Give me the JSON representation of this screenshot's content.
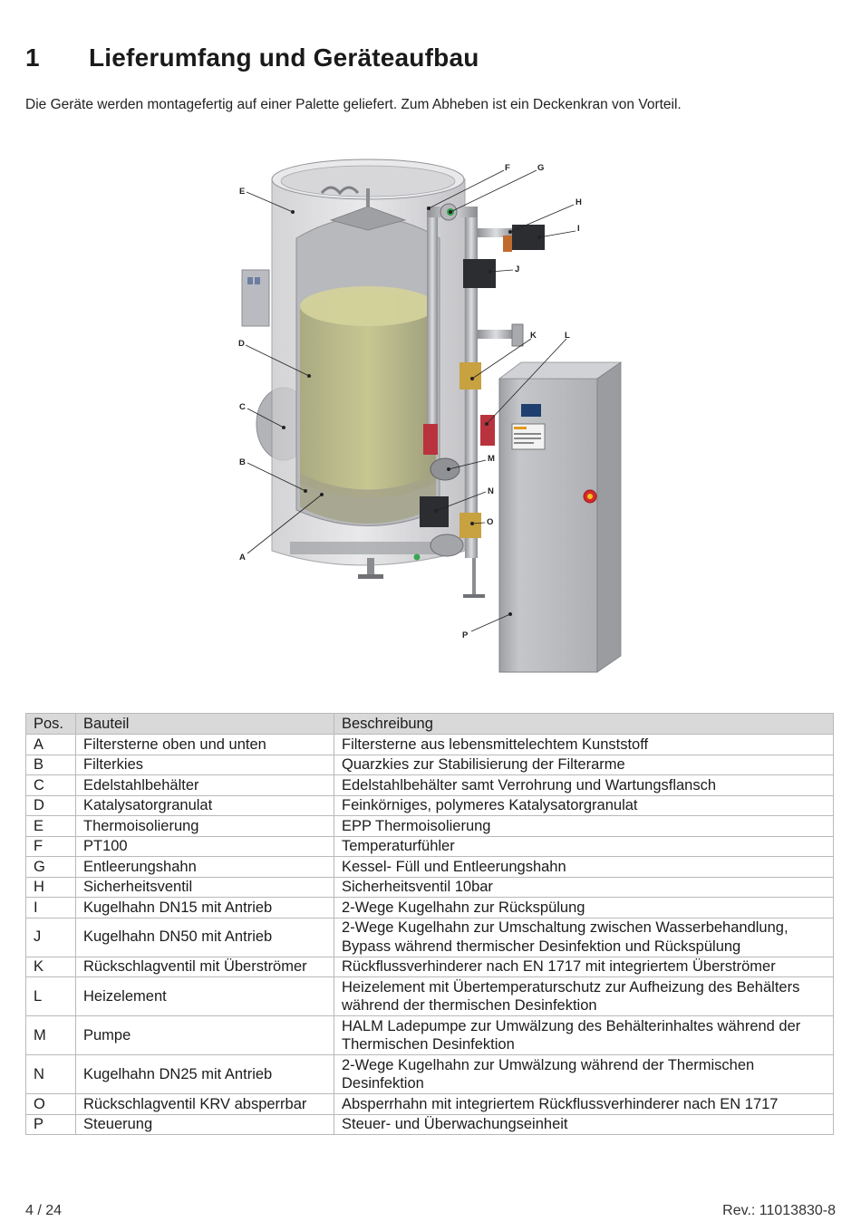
{
  "heading": {
    "number": "1",
    "title": "Lieferumfang und Geräteaufbau"
  },
  "intro": "Die Geräte werden montagefertig auf einer Palette geliefert. Zum Abheben ist ein Deckenkran von Vorteil.",
  "figure": {
    "callouts": [
      "A",
      "B",
      "C",
      "D",
      "E",
      "F",
      "G",
      "H",
      "I",
      "J",
      "K",
      "L",
      "M",
      "N",
      "O",
      "P"
    ]
  },
  "table": {
    "headers": {
      "pos": "Pos.",
      "part": "Bauteil",
      "desc": "Beschreibung"
    },
    "rows": [
      {
        "pos": "A",
        "part": "Filtersterne oben und unten",
        "desc": "Filtersterne aus lebensmittelechtem Kunststoff"
      },
      {
        "pos": "B",
        "part": "Filterkies",
        "desc": "Quarzkies zur Stabilisierung der Filterarme"
      },
      {
        "pos": "C",
        "part": "Edelstahlbehälter",
        "desc": "Edelstahlbehälter samt Verrohrung und Wartungsflansch"
      },
      {
        "pos": "D",
        "part": "Katalysatorgranulat",
        "desc": "Feinkörniges, polymeres Katalysatorgranulat"
      },
      {
        "pos": "E",
        "part": "Thermoisolierung",
        "desc": "EPP Thermoisolierung"
      },
      {
        "pos": "F",
        "part": "PT100",
        "desc": "Temperaturfühler"
      },
      {
        "pos": "G",
        "part": "Entleerungshahn",
        "desc": "Kessel- Füll und Entleerungshahn"
      },
      {
        "pos": "H",
        "part": "Sicherheitsventil",
        "desc": "Sicherheitsventil 10bar"
      },
      {
        "pos": "I",
        "part": "Kugelhahn DN15 mit Antrieb",
        "desc": "2-Wege Kugelhahn zur Rückspülung"
      },
      {
        "pos": "J",
        "part": "Kugelhahn DN50 mit Antrieb",
        "desc": "2-Wege Kugelhahn zur Umschaltung zwischen Wasserbehandlung, Bypass während thermischer Desinfektion und Rückspülung"
      },
      {
        "pos": "K",
        "part": "Rückschlagventil mit Überströmer",
        "desc": "Rückflussverhinderer nach EN 1717 mit integriertem Überströmer"
      },
      {
        "pos": "L",
        "part": "Heizelement",
        "desc": "Heizelement mit Übertemperaturschutz zur Aufheizung des Behälters während der thermischen Desinfektion"
      },
      {
        "pos": "M",
        "part": "Pumpe",
        "desc": "HALM Ladepumpe zur Umwälzung des Behälterinhaltes während der Thermischen Desinfektion"
      },
      {
        "pos": "N",
        "part": "Kugelhahn DN25 mit Antrieb",
        "desc": "2-Wege Kugelhahn zur Umwälzung während der Thermischen Desinfektion"
      },
      {
        "pos": "O",
        "part": "Rückschlagventil KRV absperrbar",
        "desc": "Absperrhahn mit integriertem Rückflussverhinderer nach EN 1717"
      },
      {
        "pos": "P",
        "part": "Steuerung",
        "desc": "Steuer- und Überwachungseinheit"
      }
    ]
  },
  "footer": {
    "page": "4 / 24",
    "revision": "Rev.: 11013830-8"
  }
}
